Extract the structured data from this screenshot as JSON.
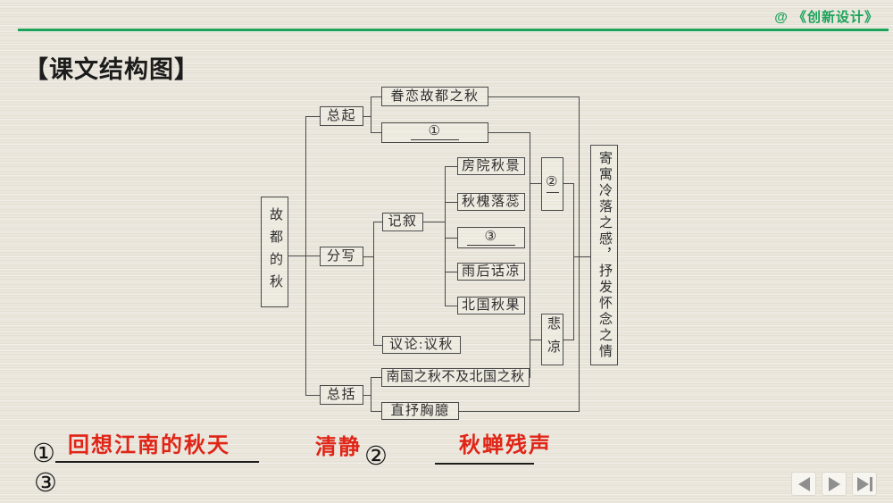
{
  "header": {
    "brand": "@ 《创新设计》"
  },
  "page_title": "【课文结构图】",
  "diagram": {
    "root": "故都的秋",
    "zongqi": "总起",
    "juanlian": "眷恋故都之秋",
    "blank1": "①",
    "fenxie": "分写",
    "jixu": "记叙",
    "scenes": [
      "房院秋景",
      "秋槐落蕊",
      "③",
      "雨后话凉",
      "北国秋果"
    ],
    "yilun": "议论:议秋",
    "zongkuo": "总括",
    "nanguo": "南国之秋不及北国之秋",
    "zhishu": "直抒胸臆",
    "blank2": "②",
    "beiliang": "悲凉",
    "theme": "寄寓冷落之感，抒发怀念之情"
  },
  "answers": {
    "num1": "①",
    "answer1": "回想江南的秋天",
    "answer2_label": "清静",
    "num2": "②",
    "answer2": "秋蝉残声",
    "num3": "③"
  },
  "colors": {
    "accent_green": "#1ba35a",
    "answer_red": "#e02517"
  }
}
